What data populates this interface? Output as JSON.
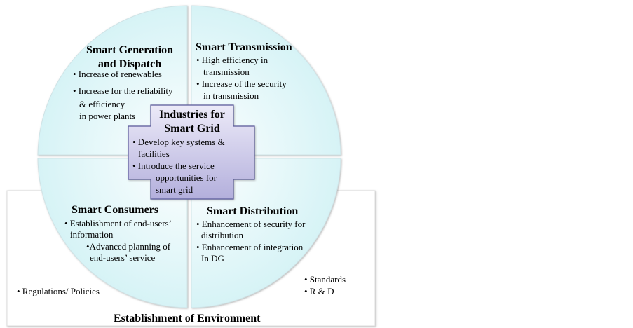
{
  "environment": {
    "title": "Establishment of Environment",
    "left_items": [
      "• Regulations/ Policies"
    ],
    "right_items": [
      "• Standards",
      "• R & D"
    ]
  },
  "quadrants": {
    "generation": {
      "title_line1": "Smart Generation",
      "title_line2": "and Dispatch",
      "lines": [
        "• Increase of renewables",
        "• Increase for the reliability",
        "& efficiency",
        "in power plants"
      ]
    },
    "transmission": {
      "title": "Smart Transmission",
      "lines": [
        "• High efficiency in",
        "transmission",
        "• Increase of the security",
        "in transmission"
      ]
    },
    "consumers": {
      "title": "Smart Consumers",
      "lines": [
        "• Establishment of end-users’",
        "information",
        "•Advanced planning of",
        "end-users’ service"
      ]
    },
    "distribution": {
      "title": "Smart Distribution",
      "lines": [
        "• Enhancement of security for",
        "distribution",
        "• Enhancement of integration",
        "In DG"
      ]
    }
  },
  "center": {
    "title_line1": "Industries for",
    "title_line2": "Smart Grid",
    "lines": [
      "• Develop key systems &",
      "facilities",
      "• Introduce the service",
      "opportunities for",
      "smart grid"
    ]
  },
  "colors": {
    "quadrant_fill": "#e4f7f9",
    "center_fill": "#c9c6e6",
    "center_stroke": "#5a5a9a"
  }
}
